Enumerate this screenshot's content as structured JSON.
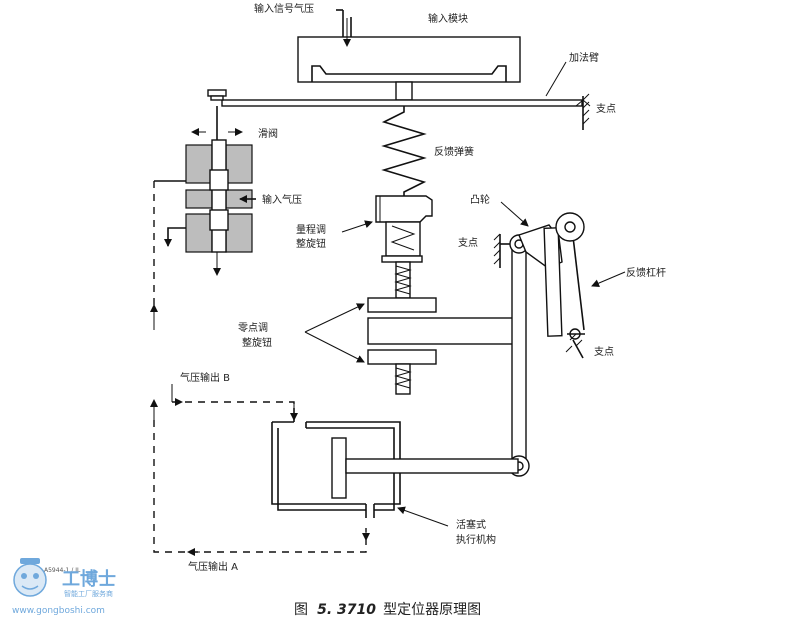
{
  "labels": {
    "input_signal_pressure": "输入信号气压",
    "input_module": "输入模块",
    "summing_arm": "加法臂",
    "pivot_top": "支点",
    "slide_valve": "滑阀",
    "feedback_spring": "反馈弹簧",
    "input_air_pressure": "输入气压",
    "cam": "凸轮",
    "span_knob_line1": "量程调",
    "span_knob_line2": "整旋钮",
    "pivot_cam": "支点",
    "feedback_lever": "反馈杠杆",
    "zero_knob_line1": "零点调",
    "zero_knob_line2": "整旋钮",
    "pivot_lever": "支点",
    "output_b": "气压输出 B",
    "output_a": "气压输出 A",
    "actuator_line1": "活塞式",
    "actuator_line2": "执行机构",
    "figure_code": "A5944-1 / IL"
  },
  "caption": {
    "prefix": "图",
    "number": "5. 3710",
    "title": "型定位器原理图"
  },
  "watermark": {
    "brand": "工博士",
    "tagline": "智能工厂服务商",
    "url": "www.gongboshi.com",
    "color": "#6fa8dc"
  }
}
